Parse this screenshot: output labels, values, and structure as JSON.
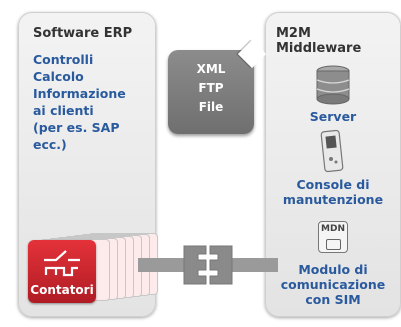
{
  "left_panel": {
    "title": "Software ERP",
    "items": [
      "Controlli",
      "Calcolo",
      "Informazione",
      "ai clienti",
      "(per es. SAP ecc.)"
    ]
  },
  "formats": [
    "XML",
    "FTP",
    "File"
  ],
  "right_panel": {
    "title": "M2M Middleware",
    "server_label": "Server",
    "console_label_1": "Console di",
    "console_label_2": "manutenzione",
    "modem_badge": "MDN",
    "module_label_1": "Modulo di",
    "module_label_2": "comunicazione",
    "module_label_3": "con SIM"
  },
  "counters_label": "Contatori",
  "colors": {
    "accent_text": "#2a5a9e",
    "counter_red": "#c8242c",
    "connector_gray": "#8a8a8a"
  }
}
